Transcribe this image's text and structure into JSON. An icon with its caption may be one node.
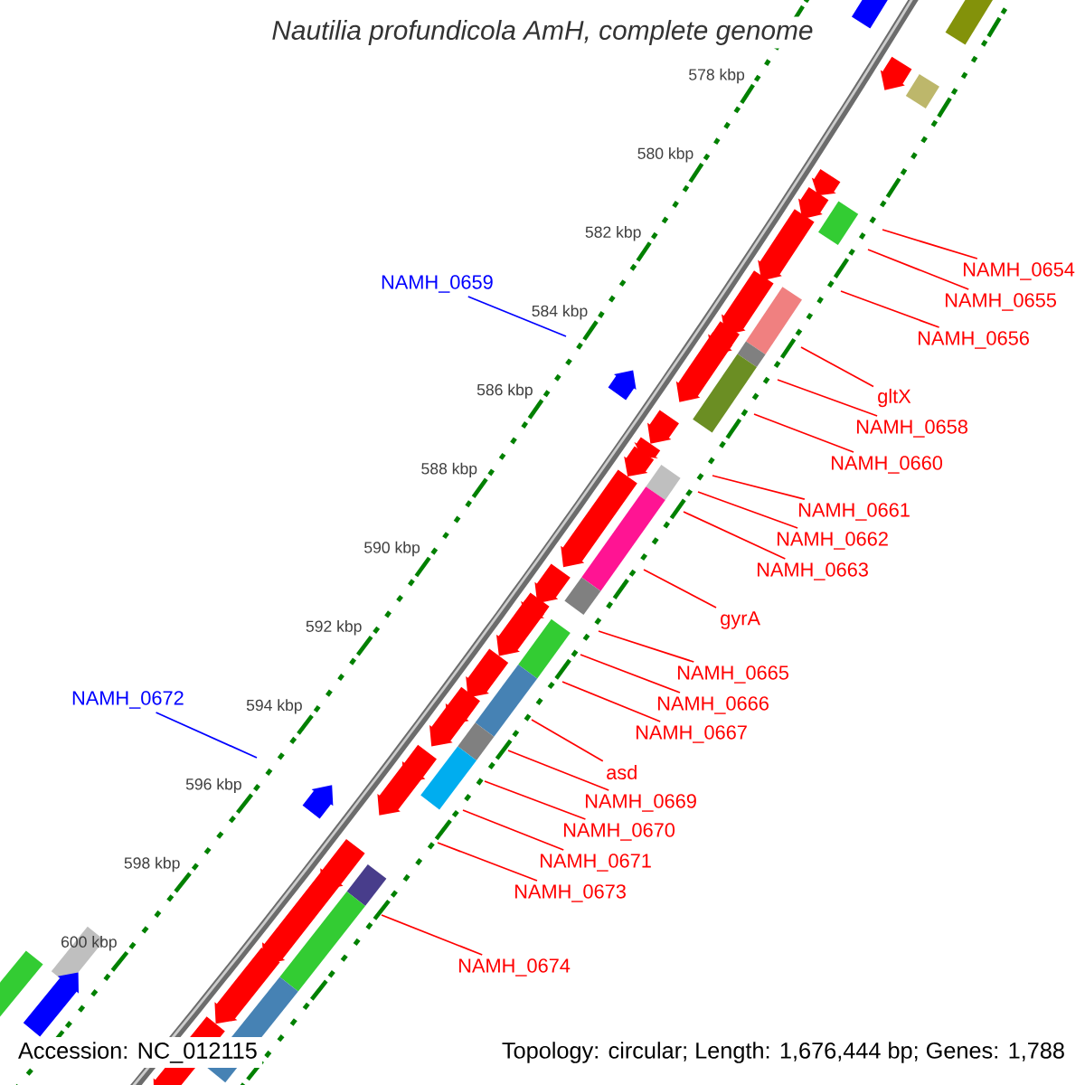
{
  "diagram": {
    "title": "Nautilia profundicola AmH, complete genome",
    "nodes": [
      {
        "text": [
          "NAMH_0654"
        ]
      },
      {
        "text": [
          "NAMH_0659"
        ]
      },
      {
        "text": [
          "NAMH_0655"
        ]
      },
      {
        "text": [
          "NAMH_0656"
        ]
      },
      {
        "text": [
          "gltX"
        ]
      },
      {
        "text": [
          "NAMH_0658"
        ]
      },
      {
        "text": [
          "NAMH_0660"
        ]
      },
      {
        "text": [
          "NAMH_0661"
        ]
      },
      {
        "text": [
          "NAMH_0662"
        ]
      },
      {
        "text": [
          "NAMH_0663"
        ]
      },
      {
        "text": [
          "gyrA"
        ]
      },
      {
        "text": [
          "NAMH_0665"
        ]
      },
      {
        "text": [
          "NAMH_0666"
        ]
      },
      {
        "text": [
          "NAMH_0672"
        ]
      },
      {
        "text": [
          "NAMH_0667"
        ]
      },
      {
        "text": [
          "asd"
        ]
      },
      {
        "text": [
          "NAMH_0669"
        ]
      },
      {
        "text": [
          "NAMH_0670"
        ]
      },
      {
        "text": [
          "NAMH_0671"
        ]
      },
      {
        "text": [
          "NAMH_0673"
        ]
      },
      {
        "text": [
          "NAMH_0674"
        ]
      }
    ],
    "edges": [
      {
        "from": 0,
        "to": null,
        "arrow": "none"
      },
      {
        "from": 1,
        "to": null,
        "arrow": "none",
        "color": "#0000ff"
      },
      {
        "from": 2,
        "to": null,
        "arrow": "none"
      },
      {
        "from": 3,
        "to": null,
        "arrow": "none"
      },
      {
        "from": 4,
        "to": null,
        "arrow": "none"
      },
      {
        "from": 5,
        "to": null,
        "arrow": "none"
      },
      {
        "from": 6,
        "to": null,
        "arrow": "none"
      },
      {
        "from": 7,
        "to": null,
        "arrow": "none"
      },
      {
        "from": 8,
        "to": null,
        "arrow": "none"
      },
      {
        "from": 9,
        "to": null,
        "arrow": "none"
      },
      {
        "from": 10,
        "to": null,
        "arrow": "none"
      },
      {
        "from": 11,
        "to": null,
        "arrow": "none"
      },
      {
        "from": 12,
        "to": null,
        "arrow": "none"
      },
      {
        "from": 13,
        "to": null,
        "arrow": "none",
        "color": "#0000ff"
      },
      {
        "from": 14,
        "to": null,
        "arrow": "none"
      },
      {
        "from": 15,
        "to": null,
        "arrow": "none"
      },
      {
        "from": 16,
        "to": null,
        "arrow": "none"
      },
      {
        "from": 17,
        "to": null,
        "arrow": "none"
      },
      {
        "from": 18,
        "to": null,
        "arrow": "none"
      },
      {
        "from": 19,
        "to": null,
        "arrow": "none"
      },
      {
        "from": 20,
        "to": null,
        "arrow": "none"
      }
    ],
    "labels": [
      "578 kbp",
      "580 kbp",
      "582 kbp",
      "584 kbp",
      "586 kbp",
      "588 kbp",
      "590 kbp",
      "592 kbp",
      "594 kbp",
      "596 kbp",
      "598 kbp",
      "600 kbp",
      "Accession: NC_012115",
      "Topology: circular; Length: 1,676,444 bp; Genes: 1,788"
    ]
  }
}
